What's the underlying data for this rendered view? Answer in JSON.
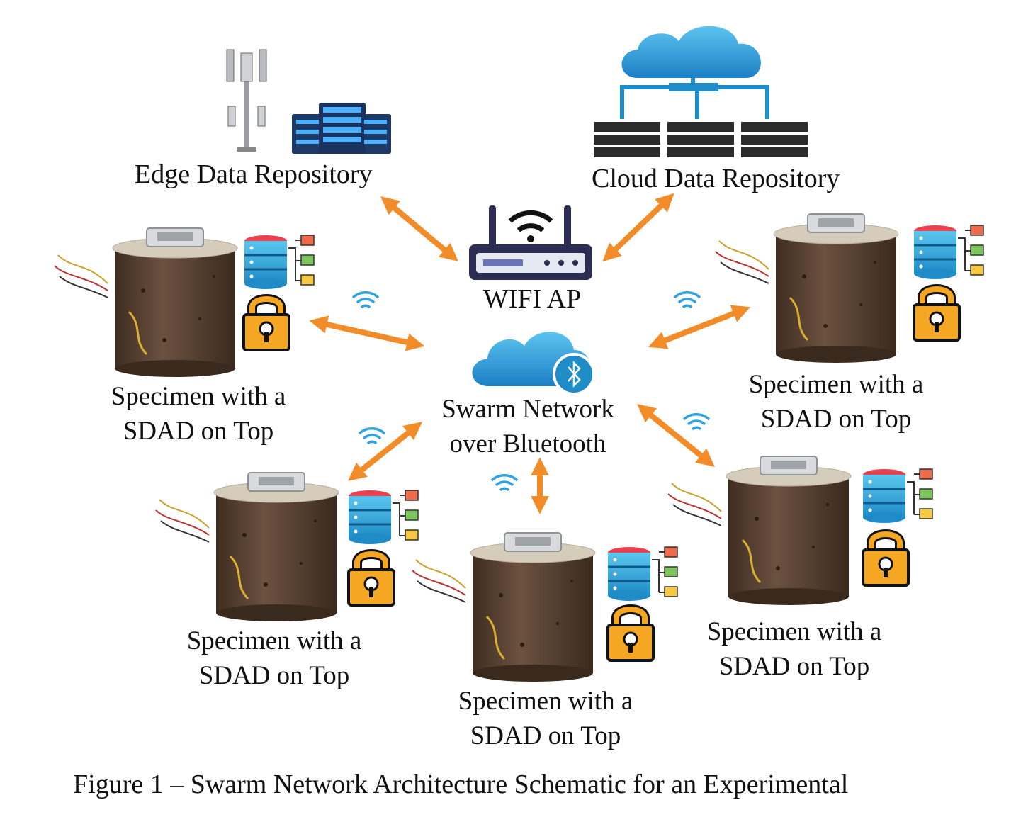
{
  "nodes": {
    "edge": {
      "label": "Edge Data Repository",
      "icons": [
        "cell-tower-icon",
        "server-rack-icon"
      ]
    },
    "cloud": {
      "label": "Cloud Data Repository",
      "icons": [
        "cloud-icon",
        "server-icon"
      ]
    },
    "wifi": {
      "label": "WIFI AP",
      "icon": "wifi-router-icon"
    },
    "swarm": {
      "line1": "Swarm Network",
      "line2": "over Bluetooth",
      "icon": "bluetooth-cloud-icon"
    },
    "specimens": [
      {
        "line1": "Specimen with a",
        "line2": "SDAD on Top"
      },
      {
        "line1": "Specimen with a",
        "line2": "SDAD on Top"
      },
      {
        "line1": "Specimen with a",
        "line2": "SDAD on Top"
      },
      {
        "line1": "Specimen with a",
        "line2": "SDAD on Top"
      },
      {
        "line1": "Specimen with a",
        "line2": "SDAD on Top"
      }
    ]
  },
  "caption": "Figure 1 – Swarm Network Architecture Schematic for an Experimental",
  "colors": {
    "arrow": "#f28c28",
    "lock": "#f5a623",
    "cloud": "#2fa3e0",
    "database": "#3bb0e0",
    "soil": "#5b4331"
  }
}
